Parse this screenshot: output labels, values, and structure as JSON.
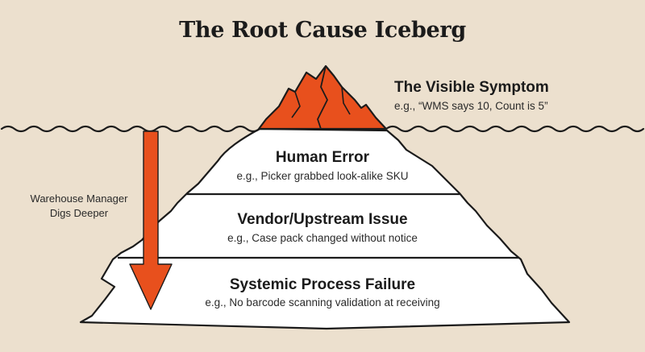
{
  "title": "The Root Cause Iceberg",
  "symptom": {
    "title": "The Visible Symptom",
    "example": "e.g., “WMS says 10, Count is 5”"
  },
  "layers": [
    {
      "title": "Human Error",
      "example": "e.g., Picker grabbed look-alike SKU"
    },
    {
      "title": "Vendor/Upstream Issue",
      "example": "e.g., Case pack changed without notice"
    },
    {
      "title": "Systemic Process Failure",
      "example": "e.g., No barcode scanning validation at receiving"
    }
  ],
  "side_label": {
    "line1": "Warehouse Manager",
    "line2": "Digs Deeper"
  },
  "colors": {
    "background": "#ece0ce",
    "accent": "#e8501d",
    "ice": "#ffffff",
    "outline": "#1b1b1b"
  },
  "icons": [
    "iceberg-tip",
    "waterline-wave",
    "down-arrow-icon"
  ]
}
